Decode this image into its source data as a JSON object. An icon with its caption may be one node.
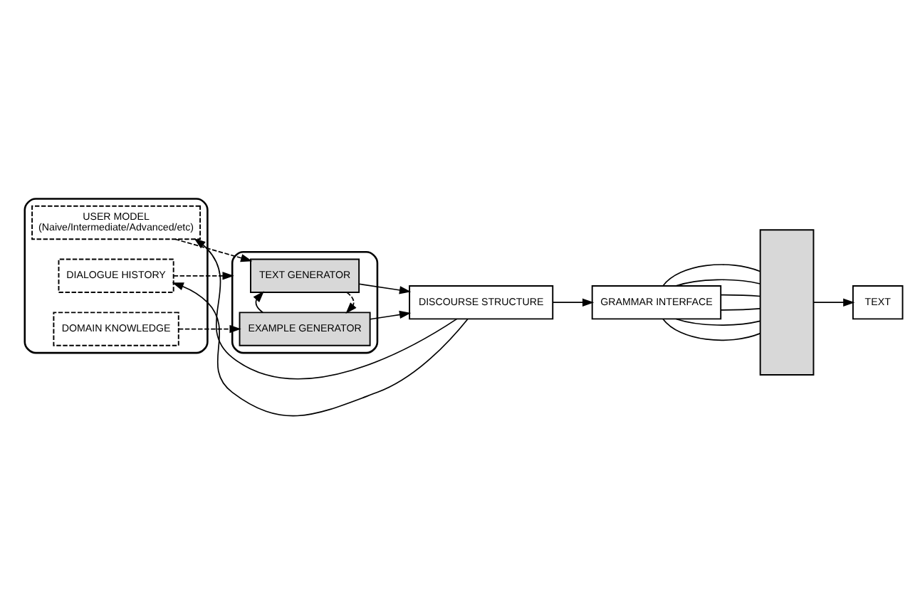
{
  "diagram": {
    "nodes": [
      {
        "text": [],
        "shape": "box"
      },
      {
        "text": [
          "USER MODEL",
          "(Naive/Intermediate/Advanced/etc)"
        ],
        "in": 0
      },
      {
        "text": [
          "DIALOGUE HISTORY"
        ],
        "in": 0
      },
      {
        "text": [
          "DOMAIN KNOWLEDGE"
        ],
        "in": 0
      },
      {
        "text": [],
        "shape": "box"
      },
      {
        "text": [
          "TEXT GENERATOR"
        ],
        "in": 4
      },
      {
        "text": [
          "EXAMPLE GENERATOR"
        ],
        "in": 4
      },
      {
        "text": [
          "DISCOURSE STRUCTURE"
        ]
      },
      {
        "text": [
          "GRAMMAR INTERFACE"
        ]
      },
      {
        "text": [],
        "shape": "box"
      },
      {
        "text": [
          "TEXT"
        ]
      }
    ],
    "edges": [
      {
        "from": 1,
        "to": 5,
        "arrow": "to",
        "style": "dashed"
      },
      {
        "from": 2,
        "to": 4,
        "arrow": "to",
        "style": "dashed"
      },
      {
        "from": 3,
        "to": 6,
        "arrow": "to",
        "style": "dashed"
      },
      {
        "from": 5,
        "to": 6,
        "arrow": "to",
        "style": "dashed"
      },
      {
        "from": 6,
        "to": 5,
        "arrow": "to"
      },
      {
        "from": 5,
        "to": 7,
        "arrow": "to"
      },
      {
        "from": 6,
        "to": 7,
        "arrow": "to"
      },
      {
        "from": 7,
        "to": 8,
        "arrow": "to"
      },
      {
        "from": 8,
        "to": 9,
        "arrow": "none"
      },
      {
        "from": 8,
        "to": 9,
        "arrow": "none"
      },
      {
        "from": 8,
        "to": 9,
        "arrow": "none"
      },
      {
        "from": 8,
        "to": 9,
        "arrow": "none"
      },
      {
        "from": 8,
        "to": 9,
        "arrow": "none"
      },
      {
        "from": 8,
        "to": 9,
        "arrow": "none"
      },
      {
        "from": 9,
        "to": 10,
        "arrow": "to"
      },
      {
        "from": 7,
        "to": 1,
        "arrow": "to"
      },
      {
        "from": 7,
        "to": 2,
        "arrow": "to"
      }
    ]
  }
}
